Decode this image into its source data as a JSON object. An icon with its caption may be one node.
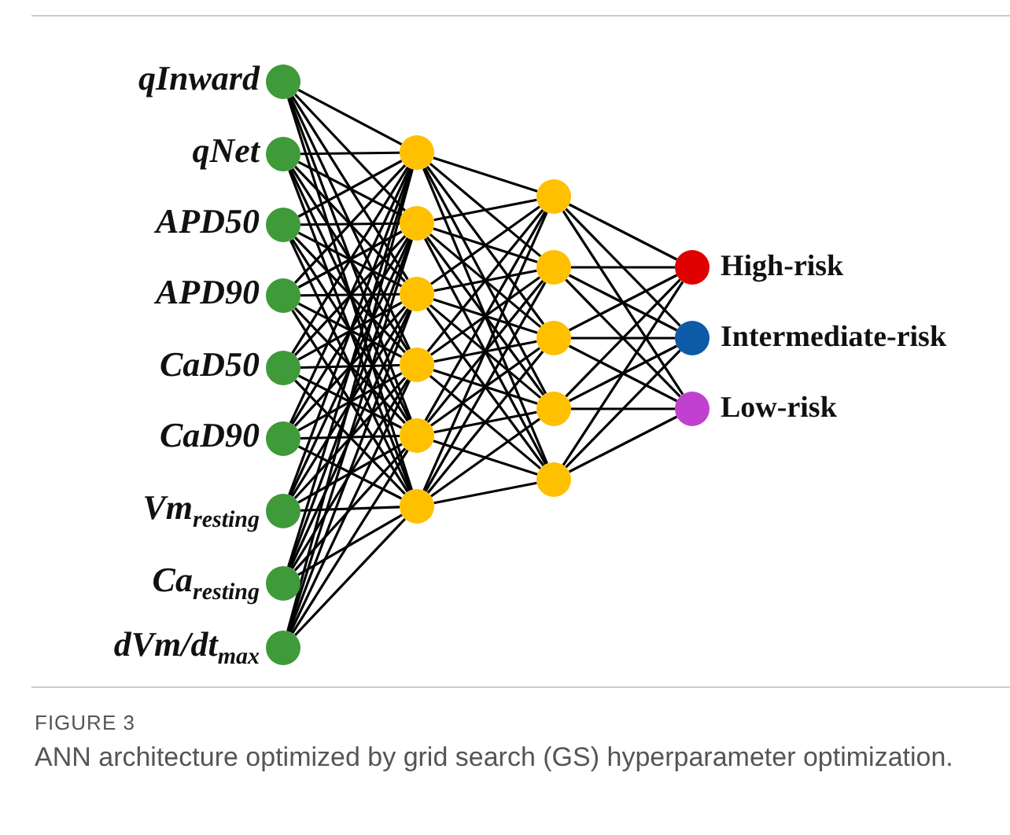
{
  "diagram": {
    "caption": "ANN architecture optimized by grid search (GS) hyperparameter optimization.",
    "nodes": [
      {
        "text": [],
        "shape": "circle",
        "beside": [
          "qInward"
        ]
      },
      {
        "text": [],
        "shape": "circle",
        "beside": [
          "qNet"
        ]
      },
      {
        "text": [],
        "shape": "circle",
        "beside": [
          "APD50"
        ]
      },
      {
        "text": [],
        "shape": "circle",
        "beside": [
          "APD90"
        ]
      },
      {
        "text": [],
        "shape": "circle",
        "beside": [
          "CaD50"
        ]
      },
      {
        "text": [],
        "shape": "circle",
        "beside": [
          "CaD90"
        ]
      },
      {
        "text": [],
        "shape": "circle",
        "beside": [
          "Vm$_{resting}$"
        ]
      },
      {
        "text": [],
        "shape": "circle",
        "beside": [
          "Ca$_{resting}$"
        ]
      },
      {
        "text": [],
        "shape": "circle",
        "beside": [
          "dVm/dt$_{max}$"
        ]
      },
      {
        "text": [],
        "shape": "circle"
      },
      {
        "text": [],
        "shape": "circle"
      },
      {
        "text": [],
        "shape": "circle"
      },
      {
        "text": [],
        "shape": "circle"
      },
      {
        "text": [],
        "shape": "circle"
      },
      {
        "text": [],
        "shape": "circle"
      },
      {
        "text": [],
        "shape": "circle"
      },
      {
        "text": [],
        "shape": "circle"
      },
      {
        "text": [],
        "shape": "circle"
      },
      {
        "text": [],
        "shape": "circle"
      },
      {
        "text": [],
        "shape": "circle"
      },
      {
        "text": [],
        "shape": "circle",
        "beside": [
          "High-risk"
        ]
      },
      {
        "text": [],
        "shape": "circle",
        "beside": [
          "Intermediate-risk"
        ]
      },
      {
        "text": [],
        "shape": "circle",
        "beside": [
          "Low-risk"
        ]
      }
    ],
    "edges": [
      {
        "from": 0,
        "to": 9,
        "arrow": "none"
      },
      {
        "from": 0,
        "to": 10,
        "arrow": "none"
      },
      {
        "from": 0,
        "to": 11,
        "arrow": "none"
      },
      {
        "from": 0,
        "to": 12,
        "arrow": "none"
      },
      {
        "from": 0,
        "to": 13,
        "arrow": "none"
      },
      {
        "from": 0,
        "to": 14,
        "arrow": "none"
      },
      {
        "from": 1,
        "to": 9,
        "arrow": "none"
      },
      {
        "from": 1,
        "to": 10,
        "arrow": "none"
      },
      {
        "from": 1,
        "to": 11,
        "arrow": "none"
      },
      {
        "from": 1,
        "to": 12,
        "arrow": "none"
      },
      {
        "from": 1,
        "to": 13,
        "arrow": "none"
      },
      {
        "from": 1,
        "to": 14,
        "arrow": "none"
      },
      {
        "from": 2,
        "to": 9,
        "arrow": "none"
      },
      {
        "from": 2,
        "to": 10,
        "arrow": "none"
      },
      {
        "from": 2,
        "to": 11,
        "arrow": "none"
      },
      {
        "from": 2,
        "to": 12,
        "arrow": "none"
      },
      {
        "from": 2,
        "to": 13,
        "arrow": "none"
      },
      {
        "from": 2,
        "to": 14,
        "arrow": "none"
      },
      {
        "from": 3,
        "to": 9,
        "arrow": "none"
      },
      {
        "from": 3,
        "to": 10,
        "arrow": "none"
      },
      {
        "from": 3,
        "to": 11,
        "arrow": "none"
      },
      {
        "from": 3,
        "to": 12,
        "arrow": "none"
      },
      {
        "from": 3,
        "to": 13,
        "arrow": "none"
      },
      {
        "from": 3,
        "to": 14,
        "arrow": "none"
      },
      {
        "from": 4,
        "to": 9,
        "arrow": "none"
      },
      {
        "from": 4,
        "to": 10,
        "arrow": "none"
      },
      {
        "from": 4,
        "to": 11,
        "arrow": "none"
      },
      {
        "from": 4,
        "to": 12,
        "arrow": "none"
      },
      {
        "from": 4,
        "to": 13,
        "arrow": "none"
      },
      {
        "from": 4,
        "to": 14,
        "arrow": "none"
      },
      {
        "from": 5,
        "to": 9,
        "arrow": "none"
      },
      {
        "from": 5,
        "to": 10,
        "arrow": "none"
      },
      {
        "from": 5,
        "to": 11,
        "arrow": "none"
      },
      {
        "from": 5,
        "to": 12,
        "arrow": "none"
      },
      {
        "from": 5,
        "to": 13,
        "arrow": "none"
      },
      {
        "from": 5,
        "to": 14,
        "arrow": "none"
      },
      {
        "from": 6,
        "to": 9,
        "arrow": "none"
      },
      {
        "from": 6,
        "to": 10,
        "arrow": "none"
      },
      {
        "from": 6,
        "to": 11,
        "arrow": "none"
      },
      {
        "from": 6,
        "to": 12,
        "arrow": "none"
      },
      {
        "from": 6,
        "to": 13,
        "arrow": "none"
      },
      {
        "from": 6,
        "to": 14,
        "arrow": "none"
      },
      {
        "from": 7,
        "to": 9,
        "arrow": "none"
      },
      {
        "from": 7,
        "to": 10,
        "arrow": "none"
      },
      {
        "from": 7,
        "to": 11,
        "arrow": "none"
      },
      {
        "from": 7,
        "to": 12,
        "arrow": "none"
      },
      {
        "from": 7,
        "to": 13,
        "arrow": "none"
      },
      {
        "from": 7,
        "to": 14,
        "arrow": "none"
      },
      {
        "from": 8,
        "to": 9,
        "arrow": "none"
      },
      {
        "from": 8,
        "to": 10,
        "arrow": "none"
      },
      {
        "from": 8,
        "to": 11,
        "arrow": "none"
      },
      {
        "from": 8,
        "to": 12,
        "arrow": "none"
      },
      {
        "from": 8,
        "to": 13,
        "arrow": "none"
      },
      {
        "from": 8,
        "to": 14,
        "arrow": "none"
      },
      {
        "from": 9,
        "to": 15,
        "arrow": "none"
      },
      {
        "from": 9,
        "to": 16,
        "arrow": "none"
      },
      {
        "from": 9,
        "to": 17,
        "arrow": "none"
      },
      {
        "from": 9,
        "to": 18,
        "arrow": "none"
      },
      {
        "from": 9,
        "to": 19,
        "arrow": "none"
      },
      {
        "from": 10,
        "to": 15,
        "arrow": "none"
      },
      {
        "from": 10,
        "to": 16,
        "arrow": "none"
      },
      {
        "from": 10,
        "to": 17,
        "arrow": "none"
      },
      {
        "from": 10,
        "to": 18,
        "arrow": "none"
      },
      {
        "from": 10,
        "to": 19,
        "arrow": "none"
      },
      {
        "from": 11,
        "to": 15,
        "arrow": "none"
      },
      {
        "from": 11,
        "to": 16,
        "arrow": "none"
      },
      {
        "from": 11,
        "to": 17,
        "arrow": "none"
      },
      {
        "from": 11,
        "to": 18,
        "arrow": "none"
      },
      {
        "from": 11,
        "to": 19,
        "arrow": "none"
      },
      {
        "from": 12,
        "to": 15,
        "arrow": "none"
      },
      {
        "from": 12,
        "to": 16,
        "arrow": "none"
      },
      {
        "from": 12,
        "to": 17,
        "arrow": "none"
      },
      {
        "from": 12,
        "to": 18,
        "arrow": "none"
      },
      {
        "from": 12,
        "to": 19,
        "arrow": "none"
      },
      {
        "from": 13,
        "to": 15,
        "arrow": "none"
      },
      {
        "from": 13,
        "to": 16,
        "arrow": "none"
      },
      {
        "from": 13,
        "to": 17,
        "arrow": "none"
      },
      {
        "from": 13,
        "to": 18,
        "arrow": "none"
      },
      {
        "from": 13,
        "to": 19,
        "arrow": "none"
      },
      {
        "from": 14,
        "to": 15,
        "arrow": "none"
      },
      {
        "from": 14,
        "to": 16,
        "arrow": "none"
      },
      {
        "from": 14,
        "to": 17,
        "arrow": "none"
      },
      {
        "from": 14,
        "to": 18,
        "arrow": "none"
      },
      {
        "from": 14,
        "to": 19,
        "arrow": "none"
      },
      {
        "from": 15,
        "to": 20,
        "arrow": "none"
      },
      {
        "from": 15,
        "to": 21,
        "arrow": "none"
      },
      {
        "from": 15,
        "to": 22,
        "arrow": "none"
      },
      {
        "from": 16,
        "to": 20,
        "arrow": "none"
      },
      {
        "from": 16,
        "to": 21,
        "arrow": "none"
      },
      {
        "from": 16,
        "to": 22,
        "arrow": "none"
      },
      {
        "from": 17,
        "to": 20,
        "arrow": "none"
      },
      {
        "from": 17,
        "to": 21,
        "arrow": "none"
      },
      {
        "from": 17,
        "to": 22,
        "arrow": "none"
      },
      {
        "from": 18,
        "to": 20,
        "arrow": "none"
      },
      {
        "from": 18,
        "to": 21,
        "arrow": "none"
      },
      {
        "from": 18,
        "to": 22,
        "arrow": "none"
      },
      {
        "from": 19,
        "to": 20,
        "arrow": "none"
      },
      {
        "from": 19,
        "to": 21,
        "arrow": "none"
      },
      {
        "from": 19,
        "to": 22,
        "arrow": "none"
      }
    ],
    "labels": [
      "FIGURE 3"
    ]
  }
}
